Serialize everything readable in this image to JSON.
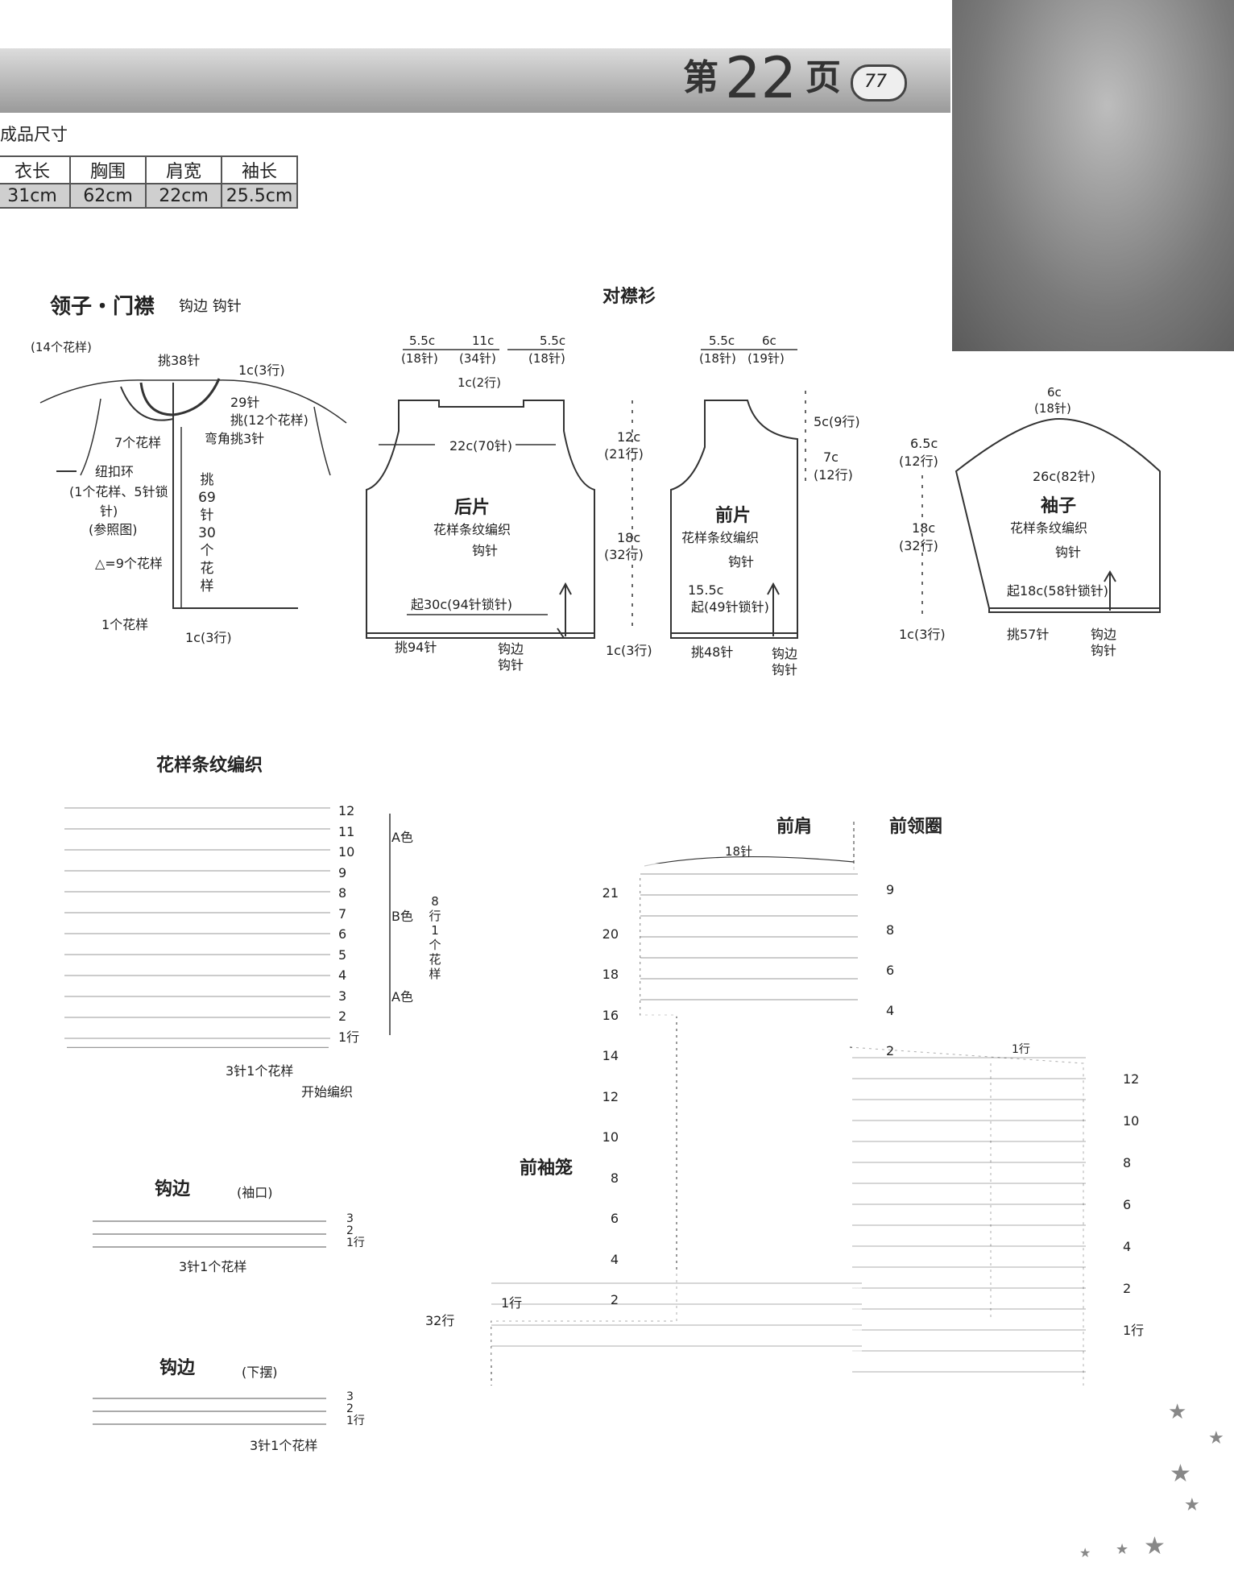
{
  "header": {
    "di": "第",
    "num": "22",
    "ye": "页",
    "page_badge": "77"
  },
  "size": {
    "title": "成品尺寸",
    "headers": [
      "衣长",
      "胸围",
      "肩宽",
      "袖长"
    ],
    "values": [
      "31cm",
      "62cm",
      "22cm",
      "25.5cm"
    ]
  },
  "collar": {
    "title": "领子・门襟",
    "subtitle": "钩边 钩针",
    "motifs": "(14个花样)",
    "pick38": "挑38针",
    "r1c3a": "1c(3行)",
    "s29": "29针",
    "pick12": "挑(12个花样)",
    "m7": "7个花样",
    "corner": "弯角挑3针",
    "btn1": "纽扣环",
    "btn2": "(1个花样、5针锁",
    "btn3": "针)",
    "btn4": "(参照图)",
    "tri": "△=9个花样",
    "vert": [
      "挑",
      "69",
      "针",
      "30",
      "个",
      "花",
      "样"
    ],
    "one": "1个花样",
    "r1c3b": "1c(3行)"
  },
  "cardigan": {
    "title": "对襟衫",
    "back": {
      "t1": "5.5c",
      "t1b": "(18针)",
      "t2": "11c",
      "t2b": "(34针)",
      "t3": "5.5c",
      "t3b": "(18针)",
      "neck": "1c(2行)",
      "width": "22c(70针)",
      "name": "后片",
      "p1": "花样条纹编织",
      "p2": "钩针",
      "cast": "起30c(94针锁针)",
      "pick": "挑94针",
      "edge1": "钩边",
      "edge2": "钩针",
      "h1": "12c",
      "h1b": "(21行)",
      "h2": "18c",
      "h2b": "(32行)",
      "h3": "1c(3行)"
    },
    "front": {
      "t1": "5.5c",
      "t1b": "(18针)",
      "t2": "6c",
      "t2b": "(19针)",
      "n1": "5c(9行)",
      "n2": "7c",
      "n2b": "(12行)",
      "name": "前片",
      "p1": "花样条纹编织",
      "p2": "钩针",
      "w1": "15.5c",
      "w2": "起(49针锁针)",
      "pick": "挑48针",
      "edge1": "钩边",
      "edge2": "钩针"
    },
    "sleeve": {
      "t1": "6c",
      "t1b": "(18针)",
      "h1": "6.5c",
      "h1b": "(12行)",
      "width": "26c(82针)",
      "name": "袖子",
      "p1": "花样条纹编织",
      "p2": "钩针",
      "h2": "18c",
      "h2b": "(32行)",
      "cast": "起18c(58针锁针)",
      "h3": "1c(3行)",
      "pick": "挑57针",
      "edge1": "钩边",
      "edge2": "钩针"
    }
  },
  "pattern": {
    "title": "花样条纹编织",
    "rows": [
      "12",
      "11",
      "10",
      "9",
      "8",
      "7",
      "6",
      "5",
      "4",
      "3",
      "2",
      "1行"
    ],
    "a1": "A色",
    "b": "B色",
    "a2": "A色",
    "repeat": [
      "8",
      "行",
      "1",
      "个",
      "花",
      "样"
    ],
    "motif": "3针1个花样",
    "start": "开始编织"
  },
  "edge_cuff": {
    "title": "钩边",
    "note": "(袖口)",
    "rows": [
      "3",
      "2",
      "1行"
    ],
    "motif": "3针1个花样"
  },
  "edge_hem": {
    "title": "钩边",
    "note": "(下摆)",
    "rows": [
      "3",
      "2",
      "1行"
    ],
    "motif": "3针1个花样"
  },
  "front_chart": {
    "shoulder": "前肩",
    "neckline": "前领圈",
    "st18": "18针",
    "armhole": "前袖笼",
    "left_rows": [
      "21",
      "20",
      "18",
      "16",
      "14",
      "12",
      "10",
      "8",
      "6",
      "4",
      "2"
    ],
    "r32": "32行",
    "r1": "1行",
    "right_a": [
      "9",
      "8",
      "6",
      "4",
      "2"
    ],
    "r1b": "1行",
    "right_b": [
      "12",
      "10",
      "8",
      "6",
      "4",
      "2",
      "1行"
    ]
  }
}
